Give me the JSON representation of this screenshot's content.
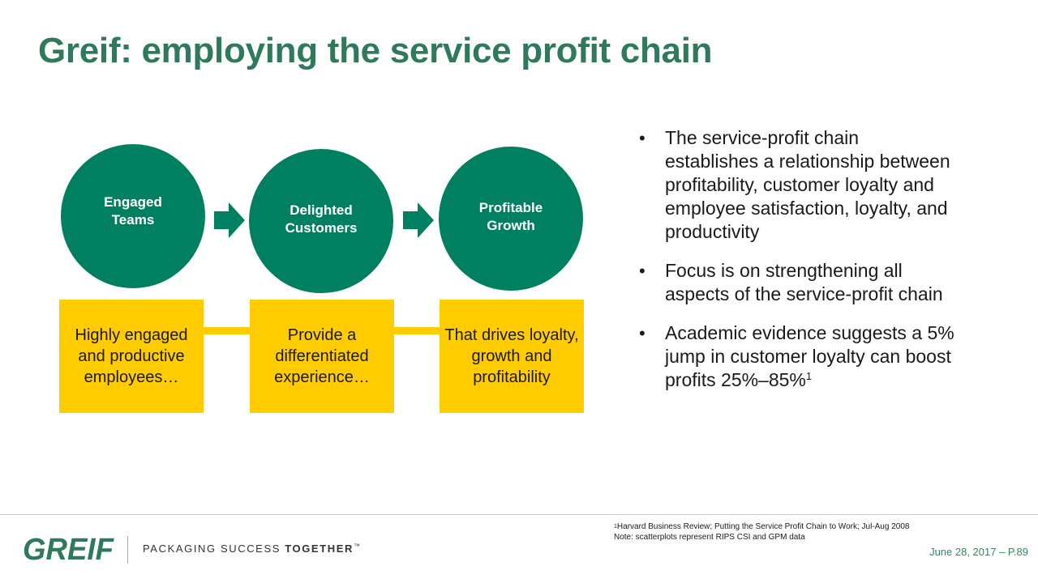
{
  "title": "Greif: employing the service profit chain",
  "chain": {
    "circles": [
      {
        "label": "Engaged Teams"
      },
      {
        "label": "Delighted Customers"
      },
      {
        "label": "Profitable Growth"
      }
    ],
    "boxes": [
      {
        "text": "Highly engaged and productive employees…"
      },
      {
        "text": "Provide a differentiated experience…"
      },
      {
        "text": "That drives loyalty, growth and profitability"
      }
    ]
  },
  "bullets": [
    {
      "text": "The service-profit chain establishes a relationship between profitability, customer loyalty and employee satisfaction, loyalty, and productivity",
      "sup": ""
    },
    {
      "text": "Focus is on strengthening all aspects of the service-profit chain",
      "sup": ""
    },
    {
      "text": "Academic evidence suggests a 5% jump in customer loyalty can boost profits 25%–85%",
      "sup": "1"
    }
  ],
  "bullet_glyph": "•",
  "footnote": {
    "marker": "1",
    "line1": "Harvard Business Review; Putting the Service Profit Chain to Work; Jul-Aug 2008",
    "line2": "Note: scatterplots represent RIPS CSI and GPM data"
  },
  "footer": {
    "logo_text": "GREIF",
    "tagline_regular": "PACKAGING SUCCESS ",
    "tagline_bold": "TOGETHER",
    "tagline_tm": "™",
    "date_page": "June 28, 2017 – P.89"
  },
  "colors": {
    "title": "#2e7a5a",
    "circle": "#008060",
    "box": "#ffcc00",
    "logo": "#2e7a5a"
  }
}
